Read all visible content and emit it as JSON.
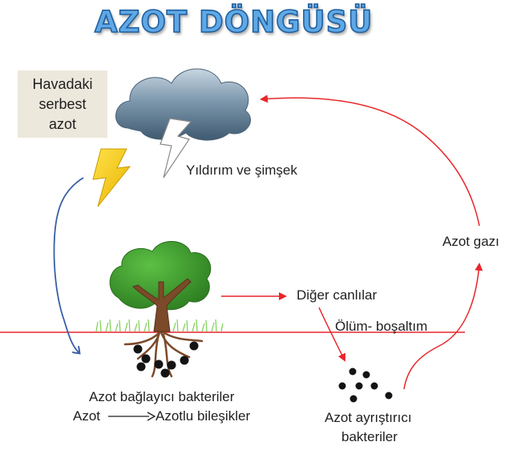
{
  "title": "AZOT DÖNGÜSÜ",
  "free_nitrogen_box": {
    "line1": "Havadaki",
    "line2": "serbest",
    "line3": "azot"
  },
  "labels": {
    "lightning": "Yıldırım ve şimşek",
    "nitrogen_gas": "Azot gazı",
    "other_organisms": "Diğer canlılar",
    "death_excretion": "Ölüm- boşaltım",
    "fixing_bacteria": "Azot bağlayıcı bakteriler",
    "azot": "Azot",
    "compounds": "Azotlu bileşikler",
    "decomposer_line1": "Azot ayrıştırıcı",
    "decomposer_line2": "bakteriler"
  },
  "colors": {
    "title_fill": "#5fa8e6",
    "title_stroke": "#1f5f9e",
    "cycle_arrow": "#e8262b",
    "ground_line": "#e8262b",
    "fixation_arrow": "#3b5ea8",
    "box_fill": "#ece8dc",
    "lightning_yellow": "#f7cf0a",
    "cloud": "#5f7f97",
    "tree_leaves": "#3f9b2f",
    "tree_trunk": "#7b4a2a"
  },
  "icons": [
    "cloud-icon",
    "lightning-bolt-icon",
    "tree-icon",
    "bacteria-dots-icon"
  ]
}
